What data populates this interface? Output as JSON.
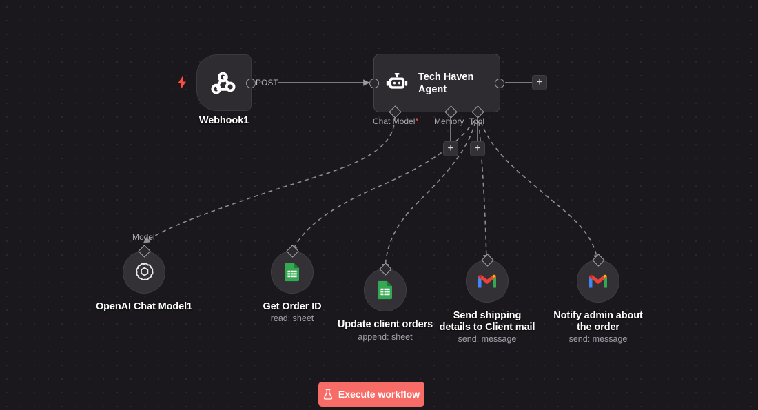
{
  "canvas": {
    "background_color": "#1a181c",
    "grid_dot_color": "#2b282f"
  },
  "trigger": {
    "icon": "lightning-bolt-icon",
    "color": "#ff4d42"
  },
  "nodes": {
    "webhook": {
      "title": "Webhook1",
      "icon": "webhook-icon",
      "output_label": "POST"
    },
    "agent": {
      "title": "Tech Haven Agent",
      "icon": "robot-icon",
      "ports": [
        {
          "label": "Chat Model",
          "required": "*"
        },
        {
          "label": "Memory",
          "required": ""
        },
        {
          "label": "Tool",
          "required": ""
        }
      ],
      "add_output_label": "+",
      "add_memory_label": "+",
      "add_tool_label": "+"
    },
    "openai": {
      "title": "OpenAI Chat Model1",
      "subtitle": "",
      "port_label": "Model",
      "icon": "openai-icon"
    },
    "get_order": {
      "title": "Get Order ID",
      "subtitle": "read: sheet",
      "icon": "google-sheets-icon"
    },
    "update_orders": {
      "title": "Update client orders",
      "subtitle": "append: sheet",
      "icon": "google-sheets-icon"
    },
    "send_shipping": {
      "title": "Send shipping\ndetails to Client mail",
      "subtitle": "send: message",
      "icon": "gmail-icon"
    },
    "notify_admin": {
      "title": "Notify admin about\nthe order",
      "subtitle": "send: message",
      "icon": "gmail-icon"
    }
  },
  "execute": {
    "label": "Execute workflow",
    "icon": "flask-icon",
    "color": "#f76c66"
  }
}
